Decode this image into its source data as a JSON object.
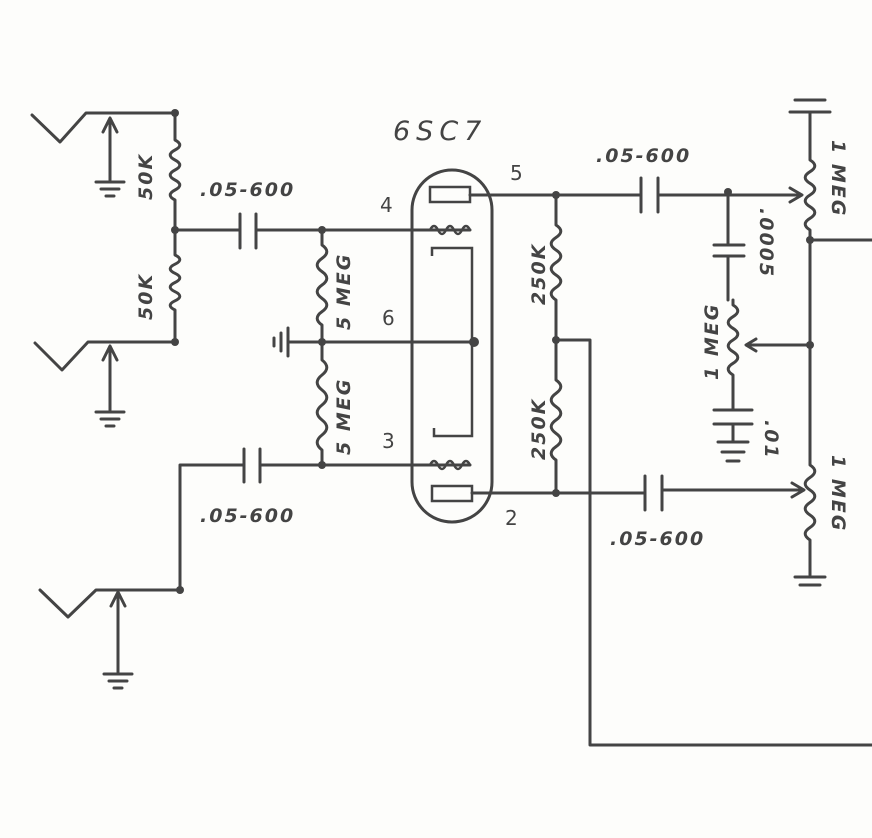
{
  "diagram": {
    "tube": {
      "type": "6SC7",
      "pins": {
        "plate_top": "5",
        "grid_top": "4",
        "cathode": "6",
        "grid_bottom": "3",
        "plate_bottom": "2"
      }
    },
    "labels": {
      "r_input_top": "50K",
      "r_input_bottom": "50K",
      "c_input_top": ".05-600",
      "c_input_bottom": ".05-600",
      "r_grid_top": "5 MEG",
      "r_grid_bottom": "5 MEG",
      "r_plate_top": "250K",
      "r_plate_bottom": "250K",
      "c_out_top": ".05-600",
      "c_out_bottom": ".05-600",
      "c_tone": ".0005",
      "r_tone": "1 MEG",
      "c_tone_bypass": ".01",
      "pot_top": "1 MEG",
      "pot_bottom": "1 MEG"
    }
  }
}
